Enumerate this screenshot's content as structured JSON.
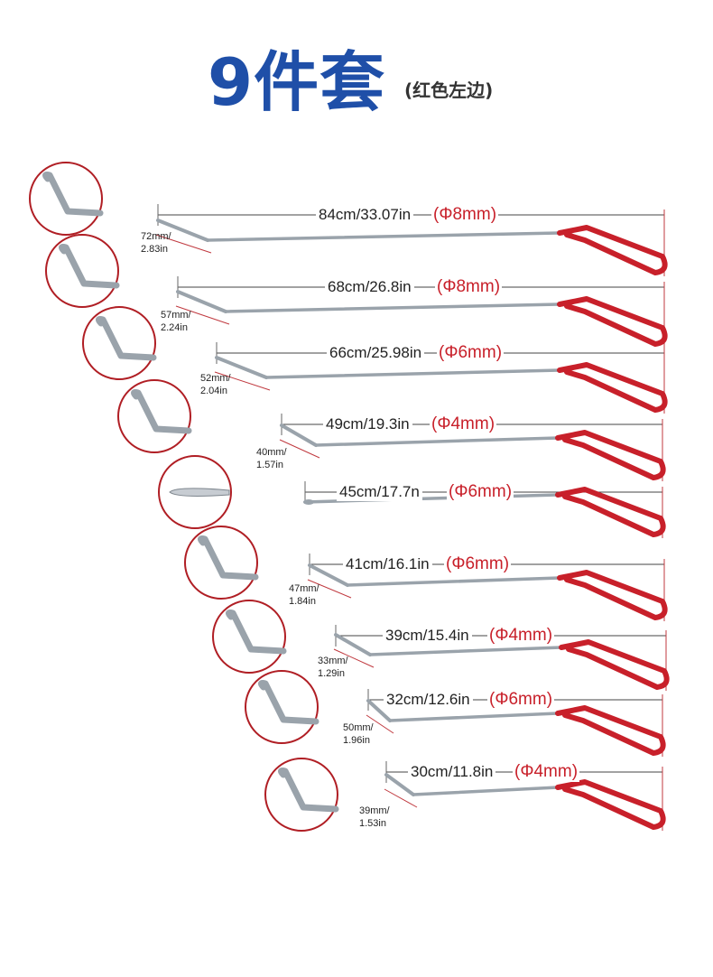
{
  "title": "9件套",
  "subtitle": "(红色左边)",
  "tools": [
    {
      "length": "84cm/33.07in",
      "diameter": "(Φ8mm)",
      "tip_mm": "72mm/",
      "tip_in": "2.83in"
    },
    {
      "length": "68cm/26.8in",
      "diameter": "(Φ8mm)",
      "tip_mm": "57mm/",
      "tip_in": "2.24in"
    },
    {
      "length": "66cm/25.98in",
      "diameter": "(Φ6mm)",
      "tip_mm": "52mm/",
      "tip_in": "2.04in"
    },
    {
      "length": "49cm/19.3in",
      "diameter": "(Φ4mm)",
      "tip_mm": "40mm/",
      "tip_in": "1.57in"
    },
    {
      "length": "45cm/17.7n",
      "diameter": "(Φ6mm)",
      "tip_mm": "",
      "tip_in": ""
    },
    {
      "length": "41cm/16.1in",
      "diameter": "(Φ6mm)",
      "tip_mm": "47mm/",
      "tip_in": "1.84in"
    },
    {
      "length": "39cm/15.4in",
      "diameter": "(Φ4mm)",
      "tip_mm": "33mm/",
      "tip_in": "1.29in"
    },
    {
      "length": "32cm/12.6in",
      "diameter": "(Φ6mm)",
      "tip_mm": "50mm/",
      "tip_in": "1.96in"
    },
    {
      "length": "30cm/11.8in",
      "diameter": "(Φ4mm)",
      "tip_mm": "39mm/",
      "tip_in": "1.53in"
    }
  ],
  "colors": {
    "title": "#1f4fa8",
    "handle": "#c8202a",
    "rod": "#9aa3ab",
    "circle": "#b01e24",
    "dimension_line": "#c0393f"
  }
}
